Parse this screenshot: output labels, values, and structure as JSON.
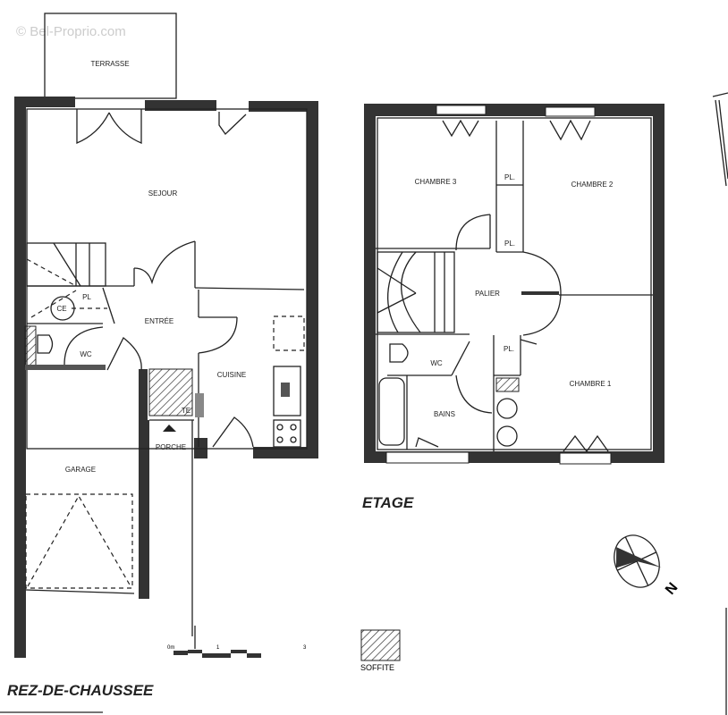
{
  "watermark": "© Bel-Proprio.com",
  "ground_floor": {
    "title": "REZ-DE-CHAUSSEE",
    "rooms": {
      "terrasse": "TERRASSE",
      "sejour": "SEJOUR",
      "entree": "ENTRÉE",
      "cuisine": "CUISINE",
      "wc": "WC",
      "placard": "PL",
      "ce": "CE",
      "te": "TE",
      "porche": "PORCHE",
      "garage": "GARAGE"
    }
  },
  "upper_floor": {
    "title": "ETAGE",
    "rooms": {
      "chambre3": "CHAMBRE 3",
      "chambre2": "CHAMBRE 2",
      "chambre1": "CHAMBRE 1",
      "placard1": "PL.",
      "placard2": "PL.",
      "placard3": "PL.",
      "palier": "PALIER",
      "wc": "WC",
      "bains": "BAINS"
    }
  },
  "legend": {
    "soffite": "SOFFITE",
    "scale": {
      "start": "0m",
      "mid": "1",
      "end": "3"
    },
    "north": "N"
  },
  "colors": {
    "wall": "#333333",
    "line": "#222222"
  }
}
